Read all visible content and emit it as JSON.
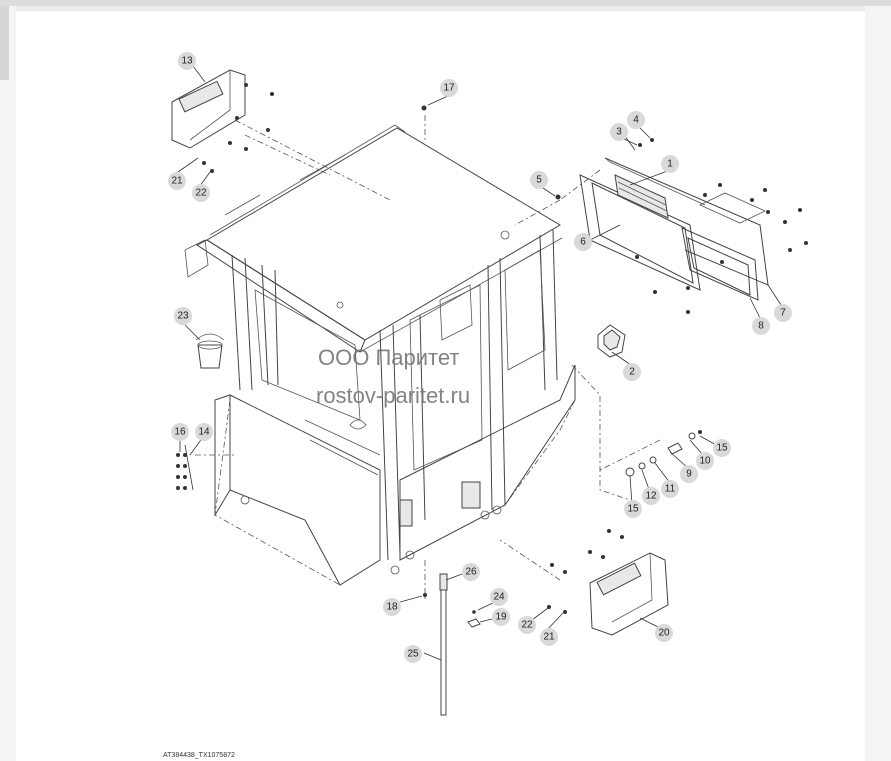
{
  "watermark": {
    "line1": "ООО Паритет",
    "line2": "rostov-paritet.ru"
  },
  "figure_id": "AT384438_TX1075872",
  "callouts": [
    "1",
    "2",
    "3",
    "4",
    "5",
    "6",
    "7",
    "8",
    "9",
    "10",
    "11",
    "12",
    "13",
    "14",
    "15",
    "15",
    "16",
    "17",
    "18",
    "19",
    "20",
    "21",
    "21",
    "22",
    "22",
    "23",
    "24",
    "25",
    "26"
  ],
  "colors": {
    "background": "#ececec",
    "panel": "#ffffff",
    "line": "#444444",
    "callout_fill": "#d9d9d9"
  }
}
